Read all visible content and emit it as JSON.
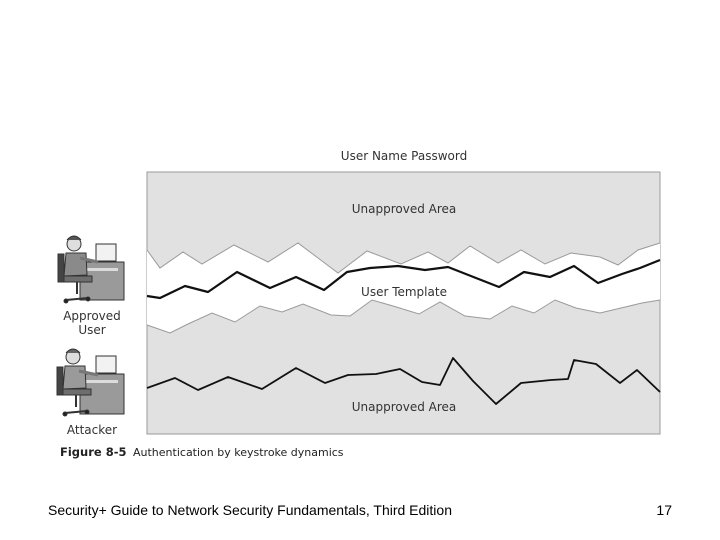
{
  "diagram": {
    "header_label": "User Name Password",
    "top_region_label": "Unapproved Area",
    "center_label": "User Template",
    "bottom_region_label": "Unapproved Area",
    "approved_user_label_line1": "Approved",
    "approved_user_label_line2": "User",
    "attacker_label": "Attacker",
    "figure_number": "Figure 8-5",
    "figure_caption": "Authentication by keystroke dynamics",
    "icons": [
      "approved-user-at-computer-icon",
      "attacker-at-computer-icon"
    ],
    "colors": {
      "area_fill": "#e1e1e1",
      "line": "#111111",
      "border": "#9a9a9a"
    }
  },
  "footer": {
    "book_title": "Security+ Guide to Network Security Fundamentals, Third Edition",
    "page_number": "17"
  }
}
